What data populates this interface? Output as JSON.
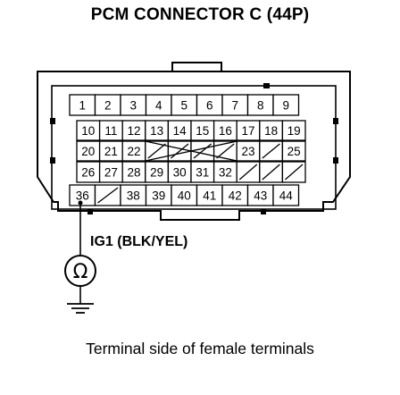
{
  "title": "PCM CONNECTOR C (44P)",
  "caption": "Terminal side of female terminals",
  "wire_label": "IG1 (BLK/YEL)",
  "meter_symbol": "Ω",
  "icons": {
    "meter": "ohmmeter-icon",
    "ground": "ground-icon"
  },
  "rows": [
    {
      "pins": [
        "1",
        "2",
        "3",
        "4",
        "5",
        "6",
        "7",
        "8",
        "9"
      ]
    },
    {
      "pins": [
        "10",
        "11",
        "12",
        "13",
        "14",
        "15",
        "16",
        "17",
        "18",
        "19"
      ]
    },
    {
      "pins": [
        "20",
        "21",
        "22",
        "",
        "",
        "",
        "",
        "23",
        "",
        "25"
      ]
    },
    {
      "pins": [
        "26",
        "27",
        "28",
        "29",
        "30",
        "31",
        "32",
        "",
        "",
        ""
      ]
    },
    {
      "pins": [
        "36",
        "",
        "38",
        "39",
        "40",
        "41",
        "42",
        "43",
        "44"
      ]
    }
  ],
  "highlighted_pin": "36"
}
